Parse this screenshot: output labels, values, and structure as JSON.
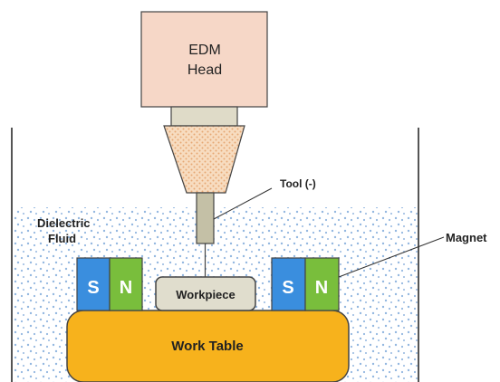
{
  "head": {
    "line1": "EDM",
    "line2": "Head"
  },
  "labels": {
    "tool": "Tool (-)",
    "dielectric_line1": "Dielectric",
    "dielectric_line2": "Fluid",
    "magnet": "Magnet",
    "workpiece": "Workpiece",
    "work_table": "Work Table"
  },
  "magnets": [
    {
      "left": "S",
      "right": "N"
    },
    {
      "left": "S",
      "right": "N"
    }
  ],
  "colors": {
    "head_fill": "#f6d7c7",
    "collar_fill": "#dfdbc8",
    "chuck_fill": "#f4cfa3",
    "tool_fill": "#c4c0a6",
    "dot_color": "#93b7e0",
    "magnet_s": "#3a8ede",
    "magnet_n": "#79be3c",
    "workpiece_fill": "#e0ddcd",
    "table_fill": "#f7b21c"
  }
}
